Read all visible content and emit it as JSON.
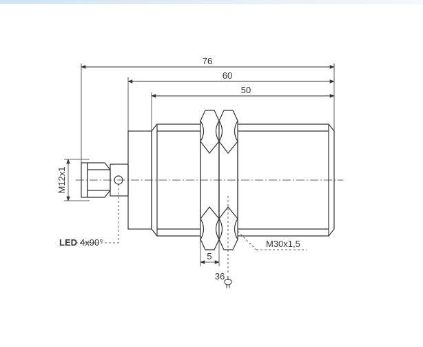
{
  "dimensions": {
    "overall_length": "76",
    "housing_length": "60",
    "thread_length": "50",
    "connector_thread": "M12x1",
    "nut_width": "5",
    "wrench_size": "36",
    "body_thread": "M30x1,5"
  },
  "led": {
    "label": "LED",
    "spec": "4x90°"
  },
  "colors": {
    "line": "#333333",
    "background": "#ffffff",
    "header_strip": "#d6e7f4"
  }
}
